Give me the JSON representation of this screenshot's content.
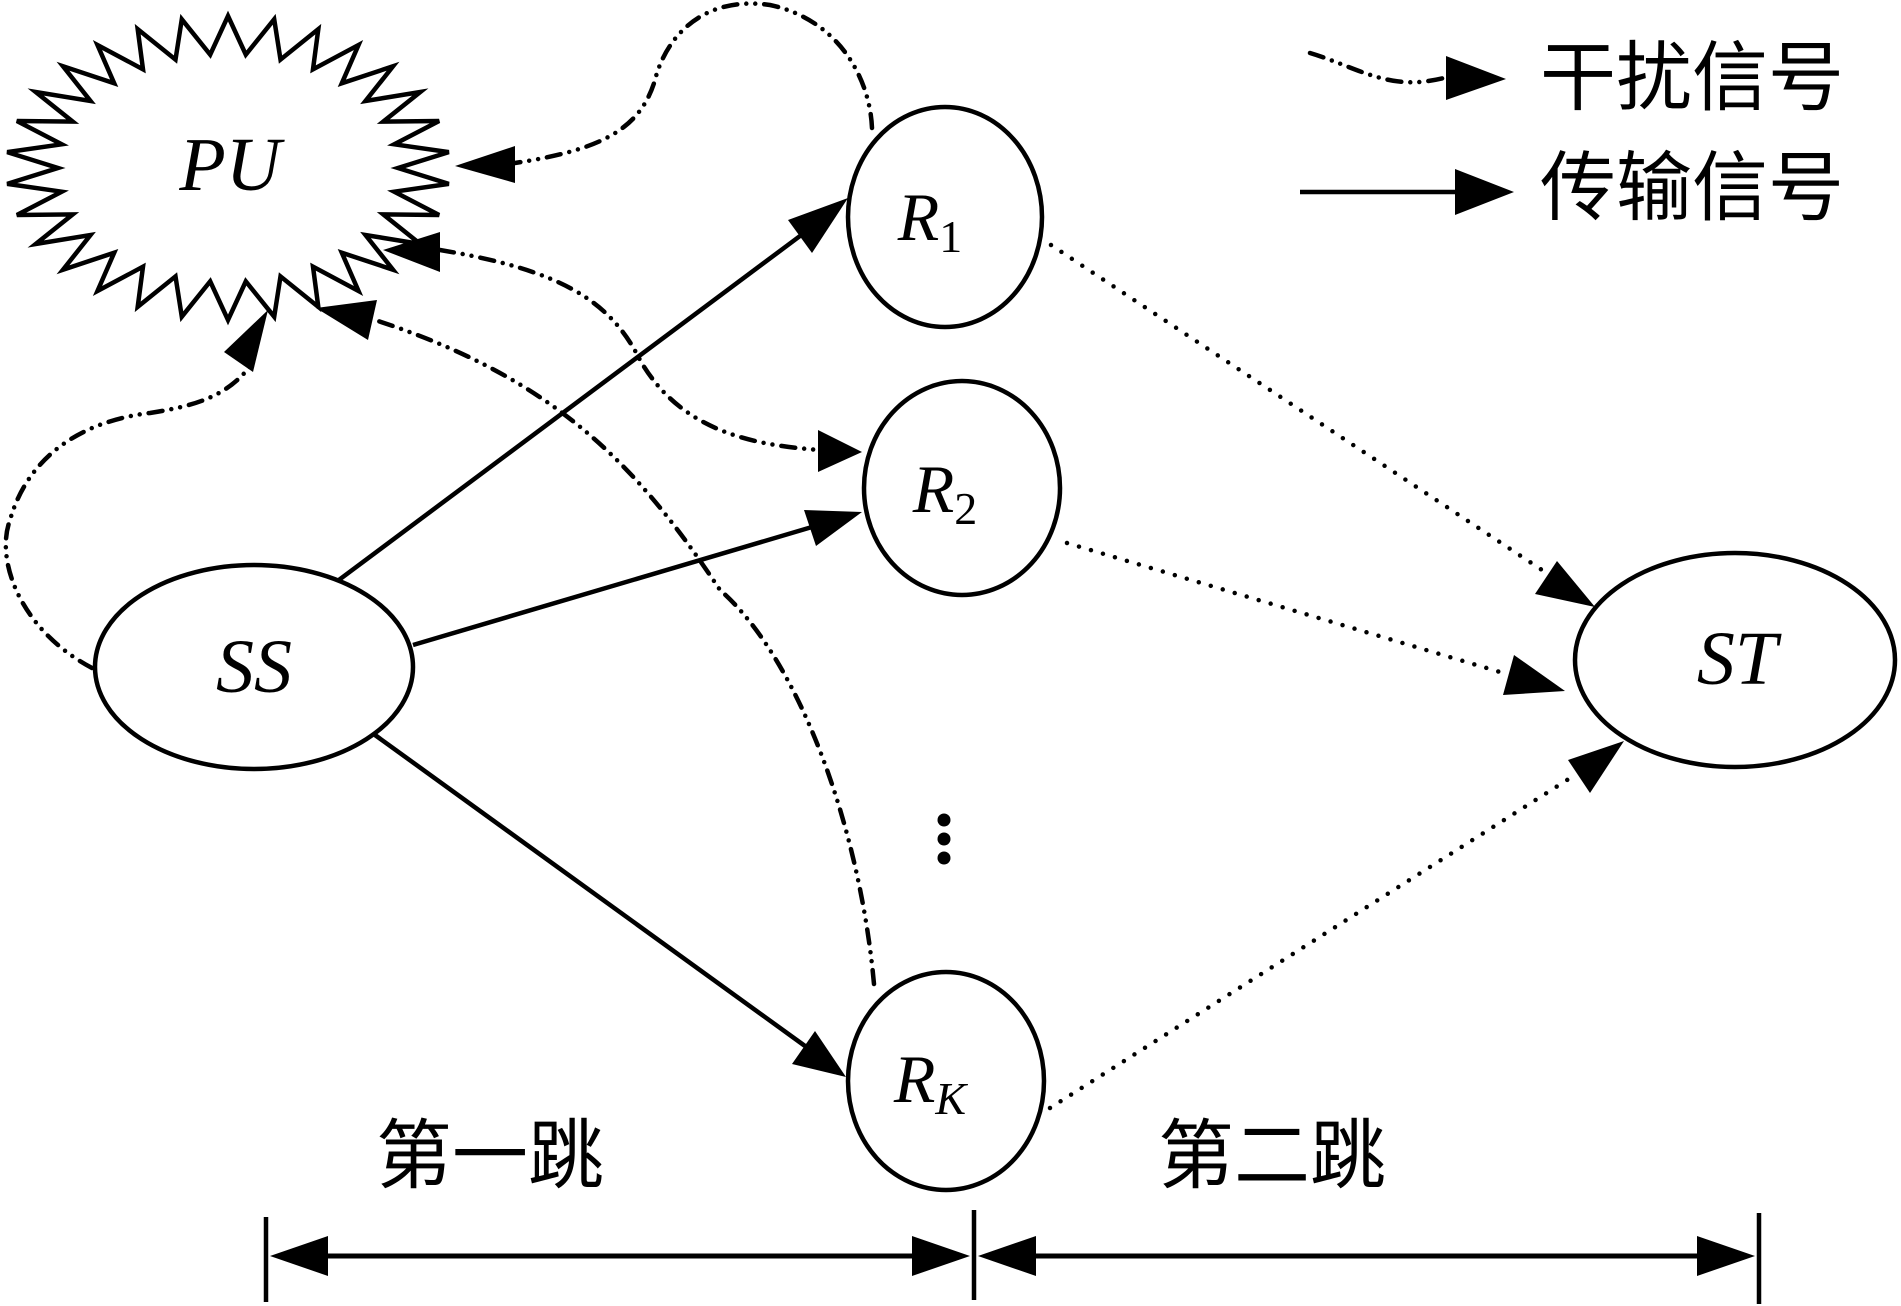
{
  "diagram": {
    "type": "relay-network",
    "nodes": [
      {
        "id": "PU",
        "label": "PU",
        "sub": "",
        "shape": "starburst"
      },
      {
        "id": "SS",
        "label": "SS",
        "sub": "",
        "shape": "ellipse"
      },
      {
        "id": "R1",
        "label": "R",
        "sub": "1",
        "shape": "ellipse"
      },
      {
        "id": "R2",
        "label": "R",
        "sub": "2",
        "shape": "ellipse"
      },
      {
        "id": "RK",
        "label": "R",
        "sub": "K",
        "shape": "ellipse"
      },
      {
        "id": "ST",
        "label": "ST",
        "sub": "",
        "shape": "ellipse"
      }
    ],
    "ellipsis": "⋮",
    "edges": [
      {
        "from": "SS",
        "to": "R1",
        "style": "solid"
      },
      {
        "from": "SS",
        "to": "R2",
        "style": "solid"
      },
      {
        "from": "SS",
        "to": "RK",
        "style": "solid"
      },
      {
        "from": "R1",
        "to": "ST",
        "style": "dotted"
      },
      {
        "from": "R2",
        "to": "ST",
        "style": "dotted"
      },
      {
        "from": "RK",
        "to": "ST",
        "style": "dotted"
      },
      {
        "from": "SS",
        "to": "PU",
        "style": "dash-dot"
      },
      {
        "from": "R1",
        "to": "PU",
        "style": "dash-dot"
      },
      {
        "from": "PU",
        "to": "R2",
        "style": "dash-dot",
        "bidirectional": true
      },
      {
        "from": "RK",
        "to": "PU",
        "style": "dash-dot"
      }
    ]
  },
  "legend": {
    "interference": "干扰信号",
    "transmission": "传输信号"
  },
  "hops": {
    "first": "第一跳",
    "second": "第二跳"
  }
}
